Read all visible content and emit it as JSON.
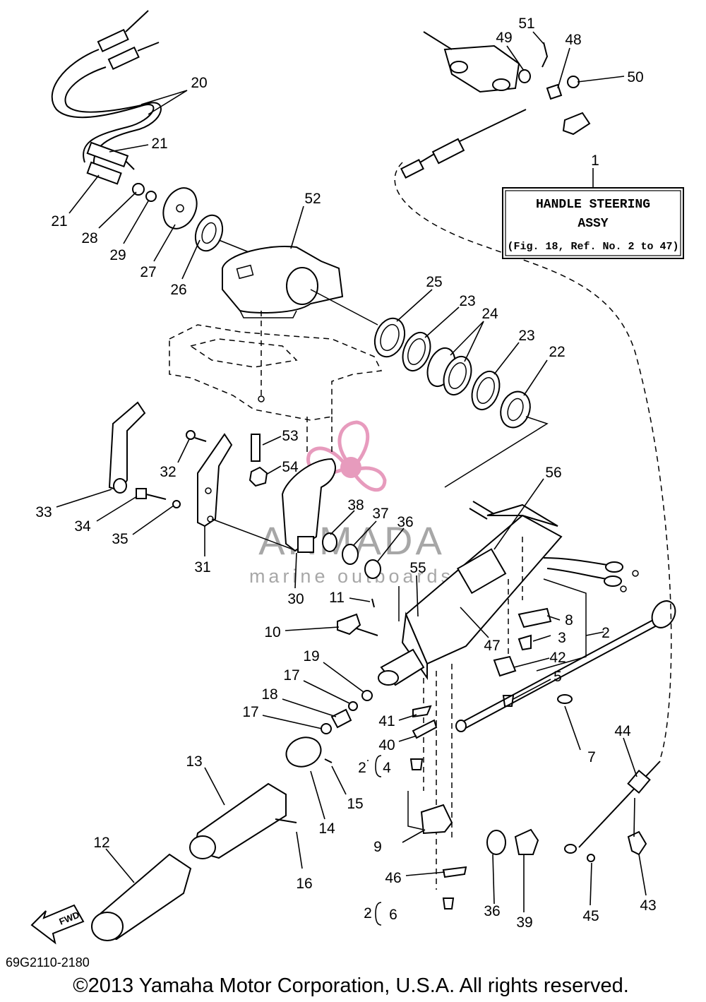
{
  "diagram": {
    "callout_box": {
      "line1": "HANDLE STEERING",
      "line2": "ASSY",
      "line3": "(Fig. 18, Ref. No. 2 to 47)"
    },
    "watermark": {
      "brand": "ARMADA",
      "tagline": "marine outboards"
    },
    "fwd_arrow": "FWD",
    "drawing_code": "69G2110-2180",
    "copyright": "©2013 Yamaha Motor Corporation, U.S.A. All rights reserved.",
    "labels": {
      "n1": "1",
      "n2a": "2",
      "n2b": "2",
      "n2c": "2",
      "n3": "3",
      "n4": "4",
      "n5": "5",
      "n6": "6",
      "n7": "7",
      "n8": "8",
      "n9": "9",
      "n10": "10",
      "n11": "11",
      "n12": "12",
      "n13": "13",
      "n14": "14",
      "n15": "15",
      "n16": "16",
      "n17a": "17",
      "n17b": "17",
      "n18": "18",
      "n19": "19",
      "n20": "20",
      "n21a": "21",
      "n21b": "21",
      "n22": "22",
      "n23a": "23",
      "n23b": "23",
      "n24": "24",
      "n25": "25",
      "n26": "26",
      "n27": "27",
      "n28": "28",
      "n29": "29",
      "n30": "30",
      "n31": "31",
      "n32": "32",
      "n33": "33",
      "n34": "34",
      "n35": "35",
      "n36a": "36",
      "n36b": "36",
      "n37": "37",
      "n38": "38",
      "n39": "39",
      "n40": "40",
      "n41": "41",
      "n42": "42",
      "n43": "43",
      "n44": "44",
      "n45": "45",
      "n46": "46",
      "n47": "47",
      "n48": "48",
      "n49": "49",
      "n50": "50",
      "n51": "51",
      "n52": "52",
      "n53": "53",
      "n54": "54",
      "n55": "55",
      "n56": "56"
    },
    "colors": {
      "line": "#000000",
      "watermark_pink": "#e07aa8",
      "watermark_gray": "#8a8a8a",
      "background": "#ffffff"
    }
  }
}
